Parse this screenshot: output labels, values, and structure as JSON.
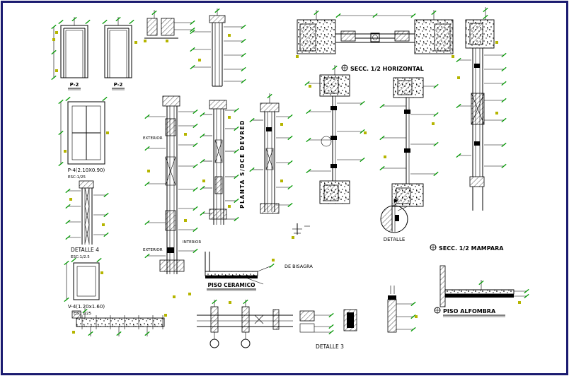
{
  "sheet": {
    "background": "#ffffff",
    "frame_color": "#1b1b70",
    "line_color": "#000000",
    "dimension_tick_color": "#009900",
    "marker_color": "#b5b500"
  },
  "labels": {
    "p2_left": "P-2",
    "p2_right": "P-2",
    "p4_title": "P-4(2.10X0.90)",
    "p4_scale": "ESC:1/25",
    "detalle4_title": "DETALLE 4",
    "detalle4_scale": "ESC:1/2.5",
    "v4_title": "V-4(1.20x1.60)",
    "v4_scale": "ESC:1/25",
    "planta_rotated": "PLANTA S/DCE DEVRED",
    "exterior_top": "EXTERIOR",
    "interior": "INTERIOR",
    "exterior_bottom": "EXTERIOR",
    "de_bisagra": "DE BISAGRA",
    "piso_ceramico": "PISO CERAMICO",
    "detalle_circle": "DETALLE",
    "detalle3": "DETALLE 3",
    "secc_horizontal": "SECC. 1/2 HORIZONTAL",
    "secc_mampara": "SECC. 1/2 MAMPARA",
    "piso_alfombra": "PISO ALFOMBRA"
  }
}
